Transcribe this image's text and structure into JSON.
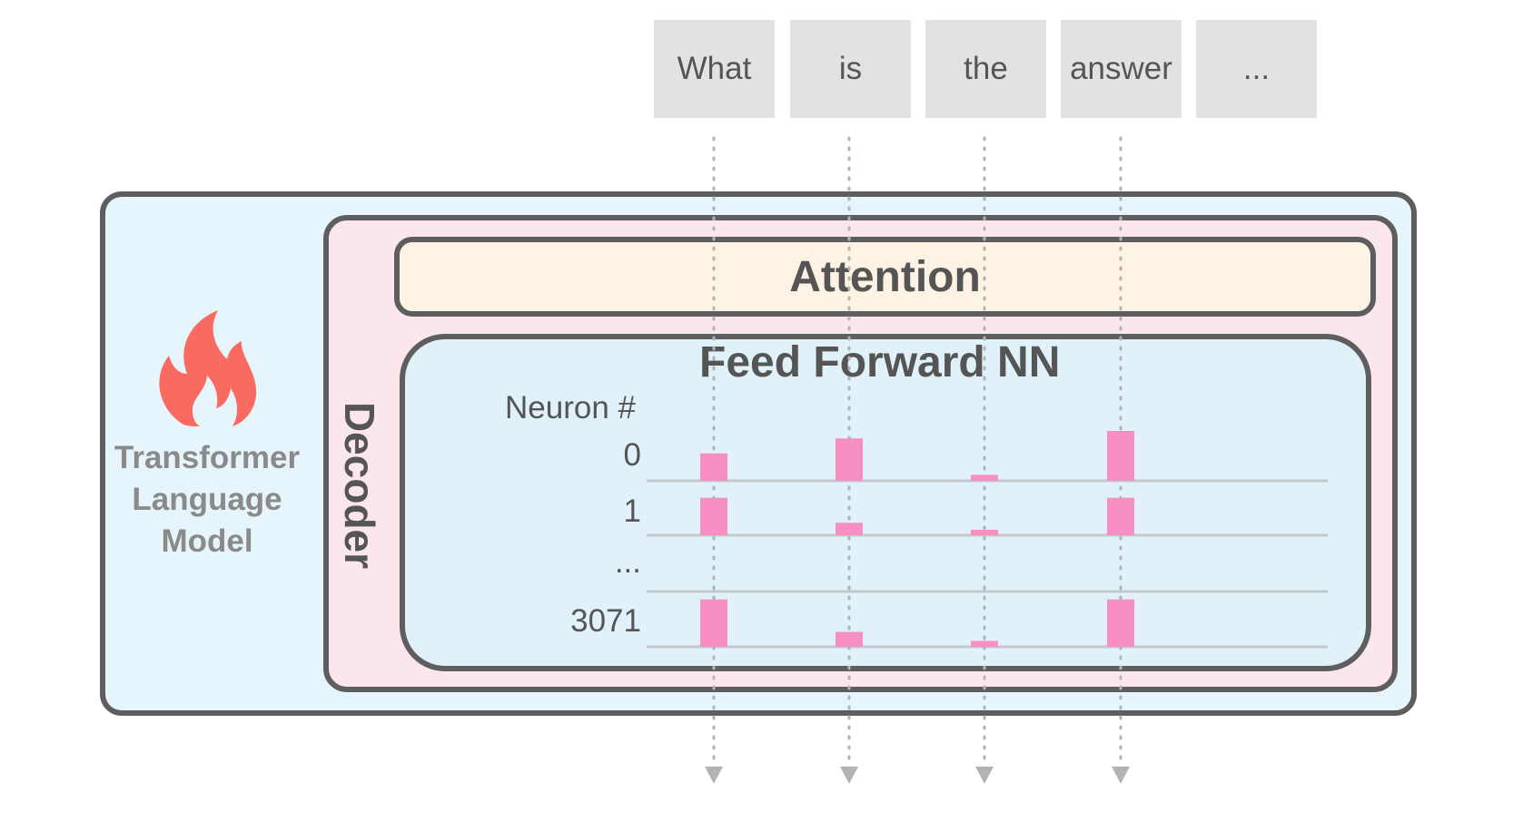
{
  "tokens": [
    "What",
    "is",
    "the",
    "answer",
    "..."
  ],
  "model_label": [
    "Transformer",
    "Language",
    "Model"
  ],
  "decoder_label": "Decoder",
  "attention_label": "Attention",
  "ffnn_label": "Feed Forward NN",
  "neuron_header": "Neuron #",
  "neuron_rows": [
    "0",
    "1",
    "...",
    "3071"
  ],
  "activations": [
    {
      "neuron": "0",
      "values": [
        0.55,
        0.85,
        0.12,
        1.0
      ]
    },
    {
      "neuron": "1",
      "values": [
        0.75,
        0.25,
        0.08,
        0.75
      ]
    },
    {
      "neuron": "3071",
      "values": [
        0.95,
        0.3,
        0.12,
        0.95
      ]
    }
  ],
  "colors": {
    "bar": "#f88fc2",
    "border": "#5e5e5e",
    "model_bg": "#e6f5fb",
    "decoder_bg": "#fbe6ec",
    "attention_bg": "#fdf3e4",
    "ffnn_bg": "#e0f1fa",
    "flame": "#f96a61",
    "token_bg": "#e2e2e2",
    "guide": "#b3b3b3"
  },
  "icons": {
    "model_icon": "flame-icon",
    "arrow_icon": "arrow-down-icon"
  }
}
